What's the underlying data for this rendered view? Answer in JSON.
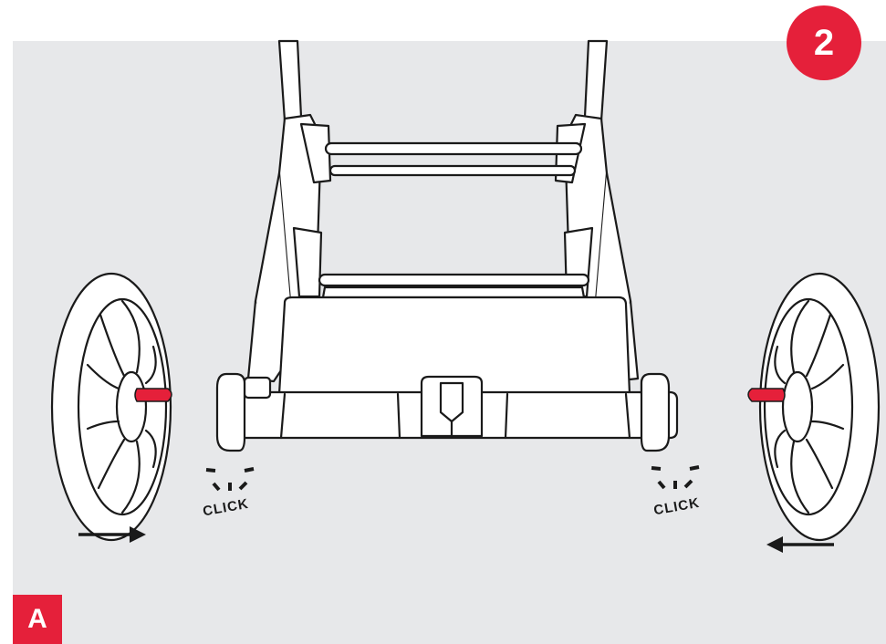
{
  "step": {
    "number": "2"
  },
  "panel_label": "A",
  "click_text": "CLICK",
  "colors": {
    "accent_red": "#e5203a",
    "panel_bg": "#e7e8ea",
    "line": "#1a1a1a",
    "fill": "#ffffff"
  },
  "icons": [
    "left-wheel",
    "right-wheel",
    "right-arrow-icon",
    "left-arrow-icon",
    "click-burst-icon"
  ]
}
